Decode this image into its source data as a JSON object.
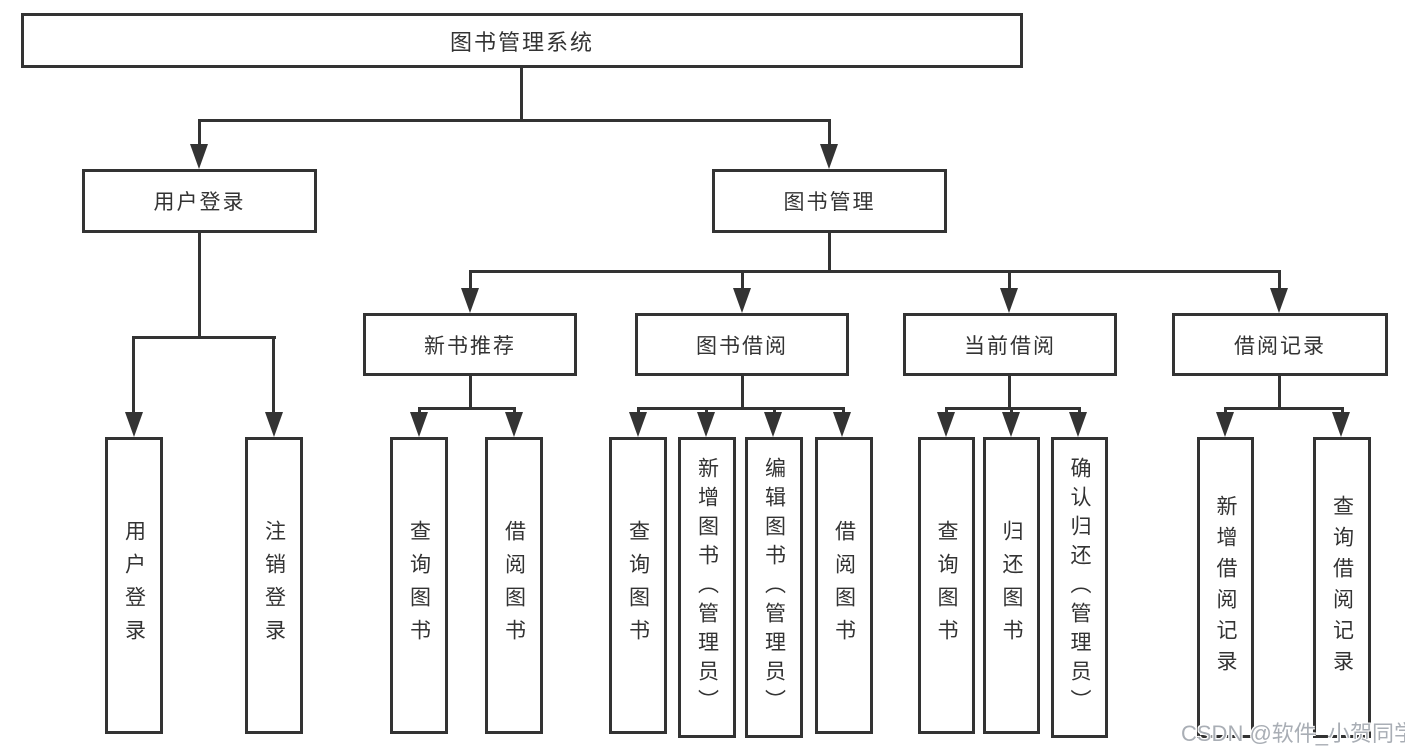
{
  "diagram": {
    "root": {
      "label": "图书管理系统"
    },
    "branches": [
      {
        "label": "用户登录",
        "children": [
          {
            "label": "用户登录"
          },
          {
            "label": "注销登录"
          }
        ]
      },
      {
        "label": "图书管理",
        "children": [
          {
            "label": "新书推荐",
            "children": [
              {
                "label": "查询图书"
              },
              {
                "label": "借阅图书"
              }
            ]
          },
          {
            "label": "图书借阅",
            "children": [
              {
                "label": "查询图书"
              },
              {
                "label": "新增图书（管理员）"
              },
              {
                "label": "编辑图书（管理员）"
              },
              {
                "label": "借阅图书"
              }
            ]
          },
          {
            "label": "当前借阅",
            "children": [
              {
                "label": "查询图书"
              },
              {
                "label": "归还图书"
              },
              {
                "label": "确认归还（管理员）"
              }
            ]
          },
          {
            "label": "借阅记录",
            "children": [
              {
                "label": "新增借阅记录"
              },
              {
                "label": "查询借阅记录"
              }
            ]
          }
        ]
      }
    ]
  },
  "watermark": {
    "text": "CSDN @软件_小贺同学"
  },
  "colors": {
    "line": "#333333",
    "text": "#333333",
    "box_background": "#ffffff",
    "page_background": "#ffffff",
    "watermark": "#a9aeb5"
  }
}
